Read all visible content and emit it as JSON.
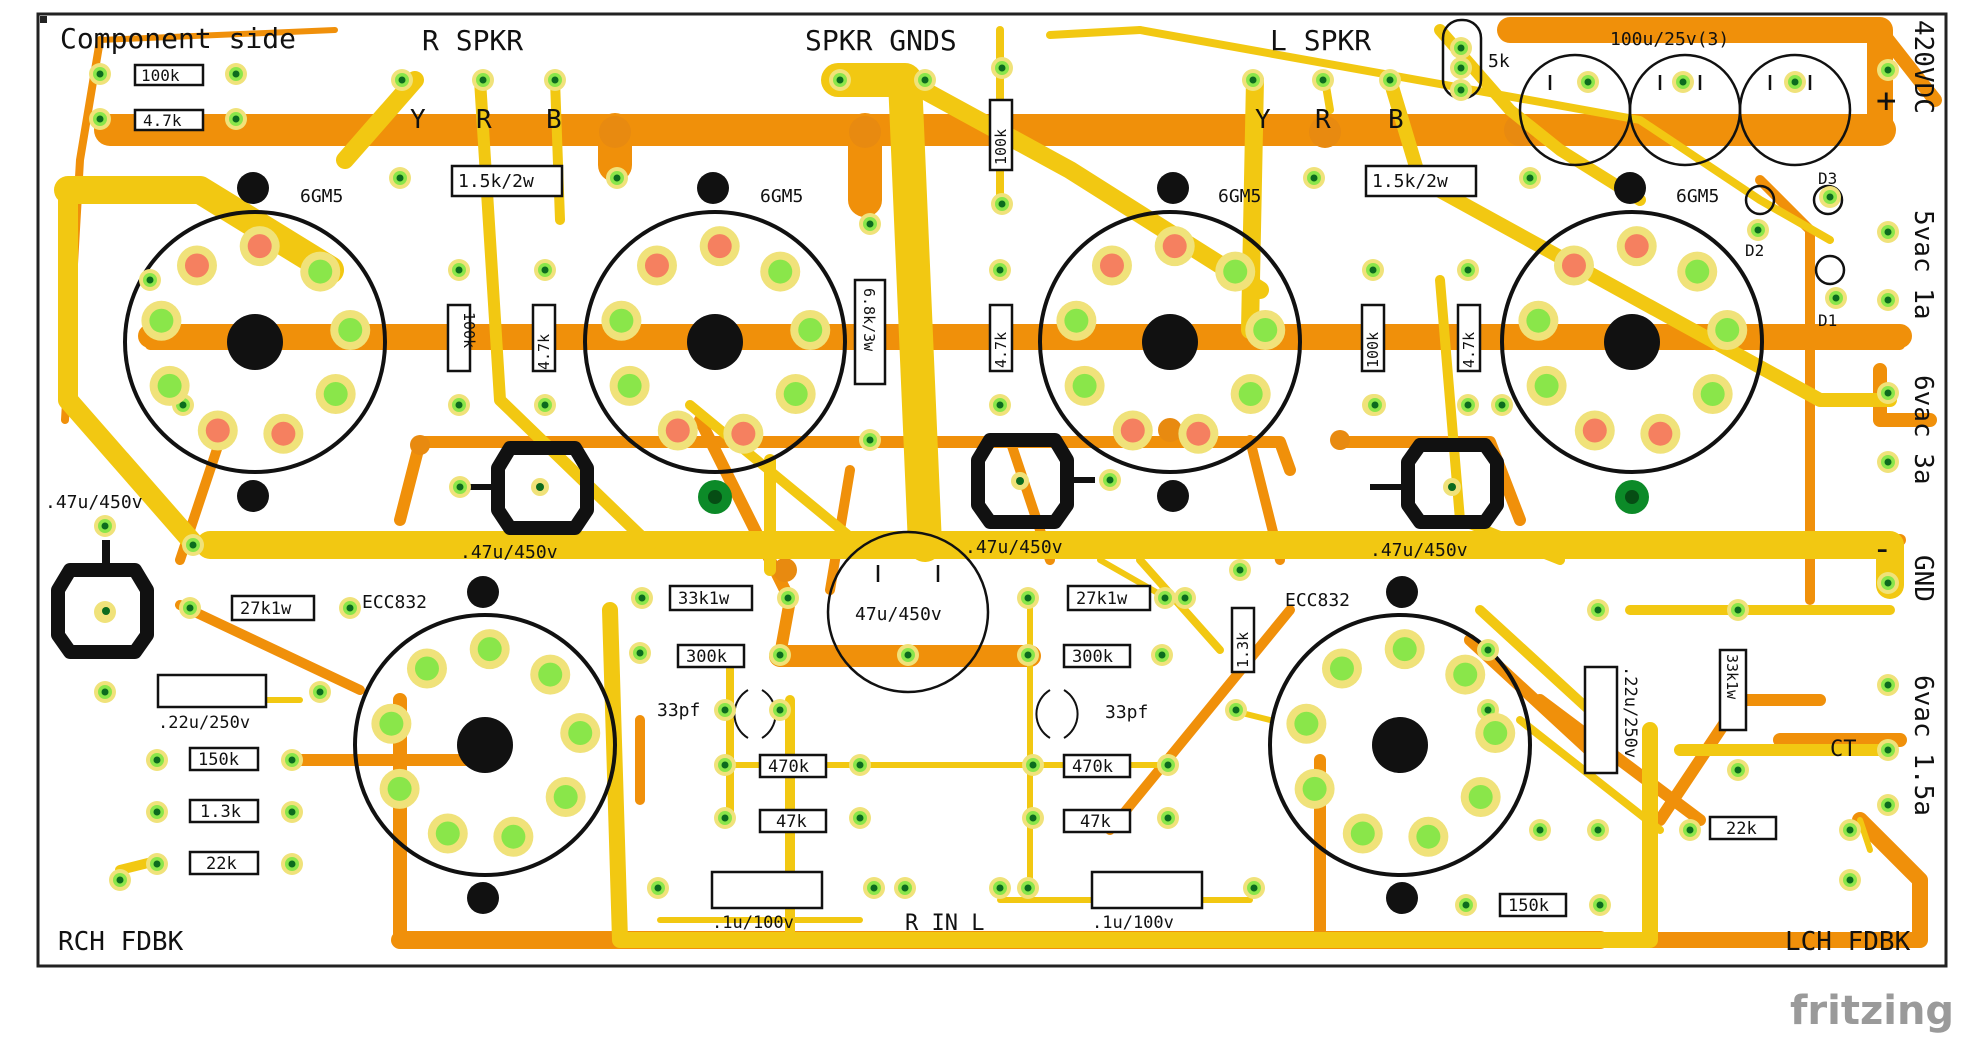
{
  "board": {
    "title": "Component side",
    "brand": "fritzing",
    "colors": {
      "background": "#ffffff",
      "outline": "#222222",
      "trace_bottom": "#f0900a",
      "trace_top": "#f2c812",
      "pad_ring": "#f0e27a",
      "pad_center": "#8ae64a",
      "pad_hole": "#0c6b1e",
      "socket_pin_red": "#f58060",
      "component_line": "#111111"
    }
  },
  "labels": {
    "r_spkr": "R SPKR",
    "spkr_gnds": "SPKR GNDS",
    "l_spkr": "L SPKR",
    "r_y": "Y",
    "r_r": "R",
    "r_b": "B",
    "l_y": "Y",
    "l_r": "R",
    "l_b": "B",
    "res_5k": "5k",
    "caps_filter": "100u/25v(3)",
    "v420": "420VDC",
    "plus": "+",
    "minus": "-",
    "vac5": "5vac 1a",
    "vac6_3": "6vac 3a",
    "gnd": "GND",
    "vac6_15": "6vac 1.5a",
    "ct": "CT",
    "d1": "D1",
    "d2": "D2",
    "d3": "D3",
    "tube1": "6GM5",
    "tube2": "6GM5",
    "tube3": "6GM5",
    "tube4": "6GM5",
    "ecc_left": "ECC832",
    "ecc_right": "ECC832",
    "cap_47_left": ".47u/450v",
    "cap_47_a": ".47u/450v",
    "cap_47_b": ".47u/450v",
    "cap_47_c": ".47u/450v",
    "cap_47u_center": "47u/450v",
    "rch_fdbk": "RCH FDBK",
    "lch_fdbk": "LCH FDBK",
    "r_in_l": "R  IN  L",
    "pf33_left": "33pf",
    "pf33_right": "33pf"
  },
  "resistors": {
    "r100k_top": "100k",
    "r4_7k_top": "4.7k",
    "r1_5k_left": "1.5k/2w",
    "r1_5k_right": "1.5k/2w",
    "r100k_mid_l": "100k",
    "r4_7k_mid_l": "4.7k",
    "r6_8k": "6.8k/3w",
    "r100k_center": "100k",
    "r4_7k_center": "4.7k",
    "r100k_mid_r": "100k",
    "r4_7k_mid_r": "4.7k",
    "r27k_left": "27k1w",
    "r33k_left": "33k1w",
    "r300k_left": "300k",
    "r27k_right": "27k1w",
    "r300k_right": "300k",
    "r1_3k_right": "1.3k",
    "r33k_right": "33k1w",
    "r150k_left": "150k",
    "r1_3k_left": "1.3k",
    "r22k_left": "22k",
    "r470k_left": "470k",
    "r47k_left": "47k",
    "r470k_right": "470k",
    "r47k_right": "47k",
    "r22k_right": "22k",
    "r150k_right": "150k",
    "c22_left": ".22u/250v",
    "c22_right": ".22u/250v",
    "c1u_left": ".1u/100v",
    "c1u_right": ".1u/100v"
  }
}
